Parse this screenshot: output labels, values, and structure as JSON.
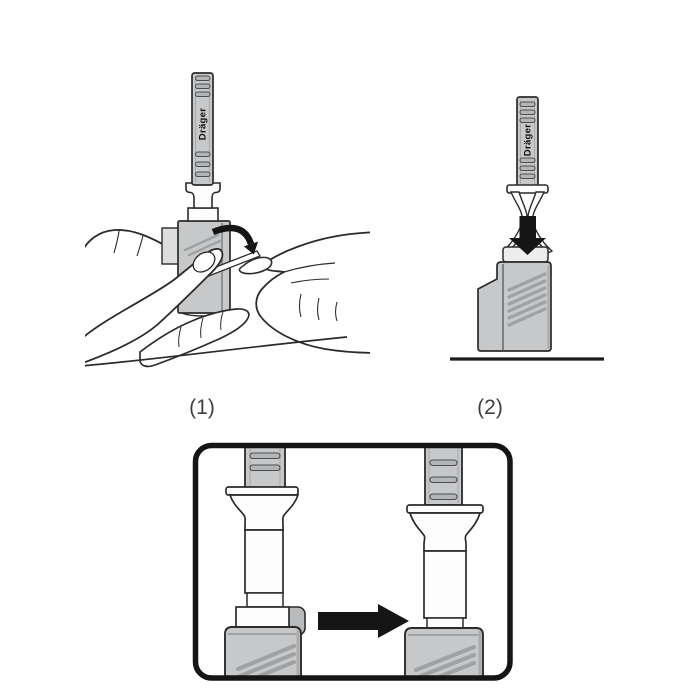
{
  "figure_type": "instruction-diagram",
  "brand_label": "Dräger",
  "steps": [
    {
      "label": "(1)"
    },
    {
      "label": "(2)"
    }
  ],
  "icons": {
    "peel_arrow": "curved-down-arrow",
    "insert_arrow": "thick-down-arrow",
    "push_arrow": "thick-right-arrow"
  },
  "colors": {
    "background": "#ffffff",
    "device_gray": "#c7c8ca",
    "device_gray_light": "#dcdddd",
    "device_gray_dark": "#a9abad",
    "rib_gray": "#b3b5b7",
    "outline": "#2b2b2b",
    "arrow_black": "#151515",
    "label_text": "#3f3f3f"
  }
}
